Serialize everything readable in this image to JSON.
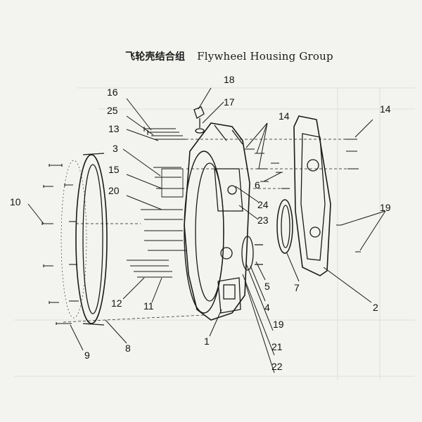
{
  "title": {
    "chinese": "飞轮壳结合组",
    "english": "Flywheel Housing Group"
  },
  "callouts": [
    {
      "id": "c1",
      "label": "1"
    },
    {
      "id": "c2",
      "label": "2"
    },
    {
      "id": "c3",
      "label": "3"
    },
    {
      "id": "c4",
      "label": "4"
    },
    {
      "id": "c5",
      "label": "5"
    },
    {
      "id": "c6",
      "label": "6"
    },
    {
      "id": "c7",
      "label": "7"
    },
    {
      "id": "c8",
      "label": "8"
    },
    {
      "id": "c9",
      "label": "9"
    },
    {
      "id": "c10",
      "label": "10"
    },
    {
      "id": "c11",
      "label": "11"
    },
    {
      "id": "c12",
      "label": "12"
    },
    {
      "id": "c13",
      "label": "13"
    },
    {
      "id": "c14a",
      "label": "14"
    },
    {
      "id": "c14b",
      "label": "14"
    },
    {
      "id": "c15",
      "label": "15"
    },
    {
      "id": "c16",
      "label": "16"
    },
    {
      "id": "c17",
      "label": "17"
    },
    {
      "id": "c18",
      "label": "18"
    },
    {
      "id": "c19a",
      "label": "19"
    },
    {
      "id": "c19b",
      "label": "19"
    },
    {
      "id": "c20",
      "label": "20"
    },
    {
      "id": "c21",
      "label": "21"
    },
    {
      "id": "c22",
      "label": "22"
    },
    {
      "id": "c23",
      "label": "23"
    },
    {
      "id": "c24",
      "label": "24"
    },
    {
      "id": "c25",
      "label": "25"
    }
  ],
  "colors": {
    "ink": "#1a1a1a",
    "paper": "#f3f3f0"
  }
}
